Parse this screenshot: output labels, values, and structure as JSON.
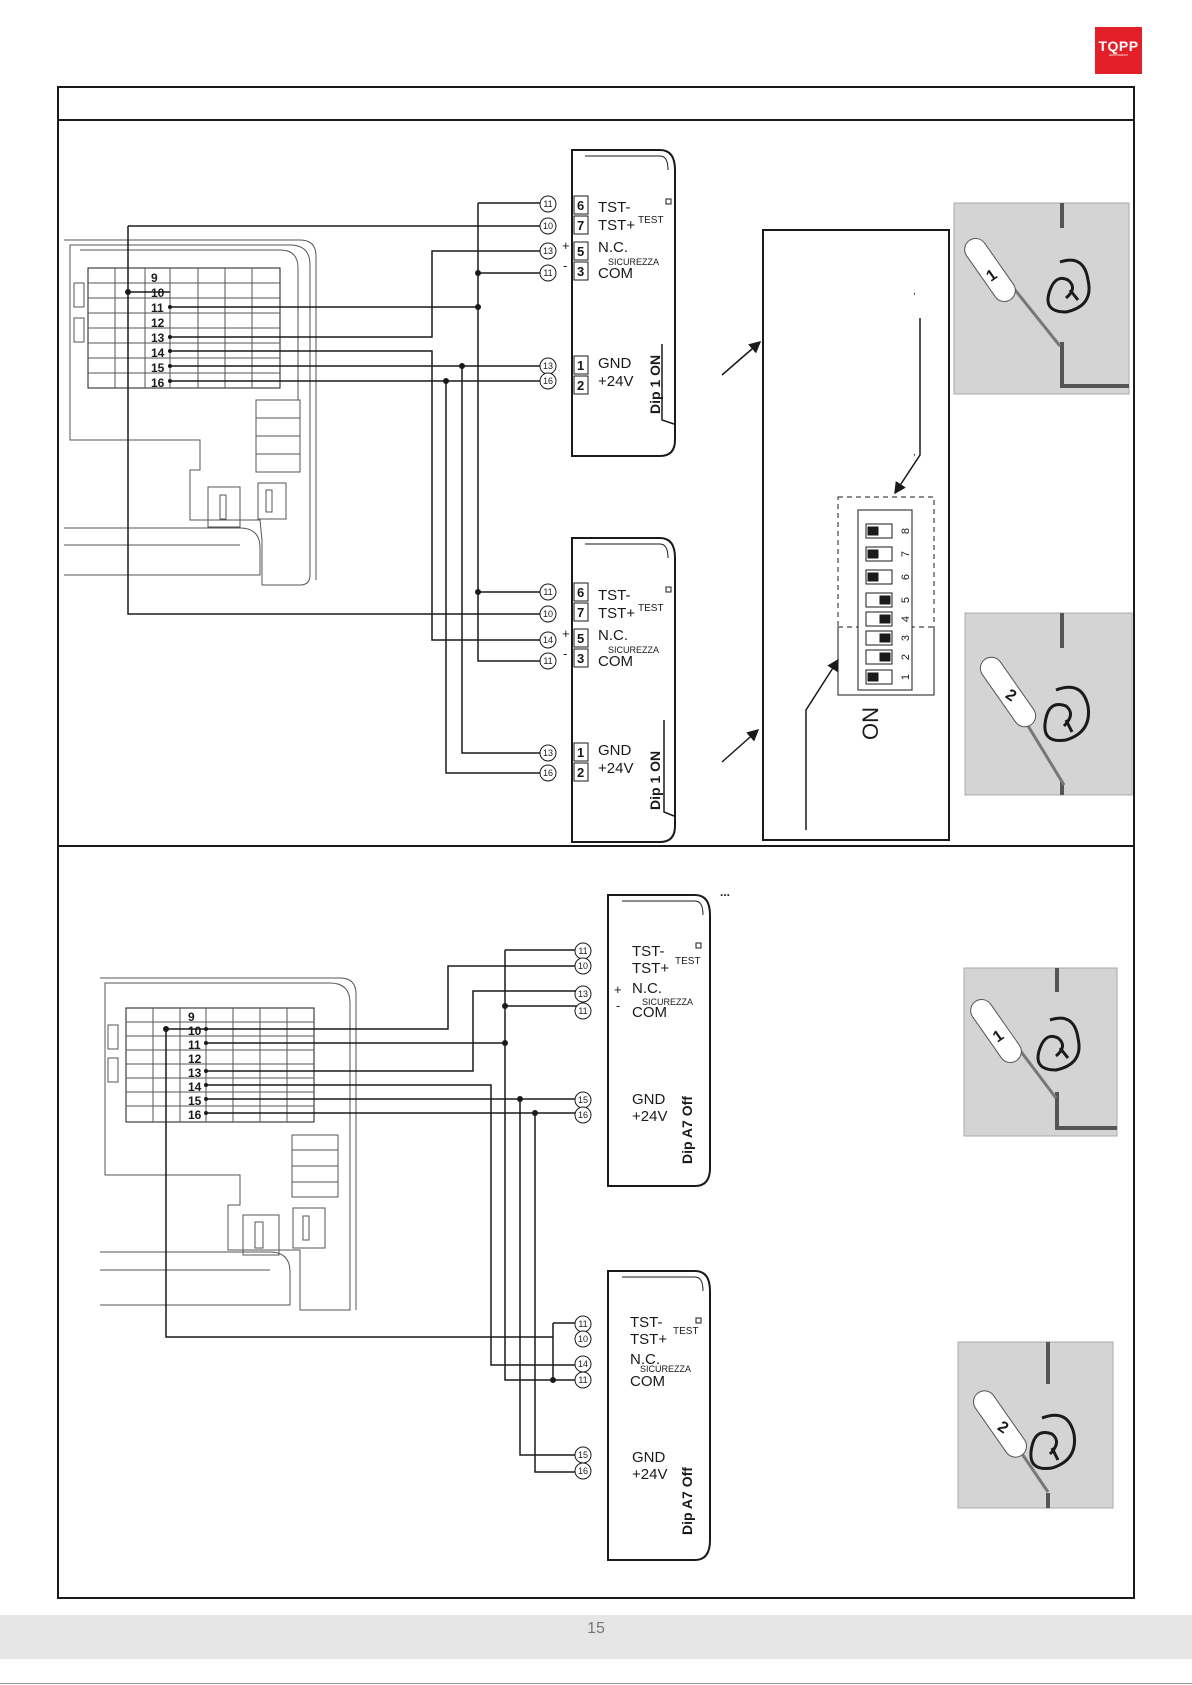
{
  "header": {
    "logo_text": "TQPP",
    "logo_subtext": "automazioni"
  },
  "footer": {
    "page_number": "15"
  },
  "panel_top": {
    "board_terminals": [
      "9",
      "10",
      "11",
      "12",
      "13",
      "14",
      "15",
      "16"
    ],
    "sensor_1": {
      "terminals": [
        {
          "num": "6",
          "wire": "11",
          "label": "TST-"
        },
        {
          "num": "7",
          "wire": "10",
          "label": "TST+"
        },
        {
          "num": "5",
          "wire": "13",
          "label": "N.C.",
          "polarity": "+"
        },
        {
          "num": "3",
          "wire": "11",
          "label": "COM",
          "polarity": "-"
        },
        {
          "num": "1",
          "wire": "13",
          "label": "GND"
        },
        {
          "num": "2",
          "wire": "16",
          "label": "+24V"
        }
      ],
      "test_label": "TEST",
      "safety_label": "SICUREZZA",
      "dip_label": "Dip 1 ON"
    },
    "sensor_2": {
      "terminals": [
        {
          "num": "6",
          "wire": "11",
          "label": "TST-"
        },
        {
          "num": "7",
          "wire": "10",
          "label": "TST+"
        },
        {
          "num": "5",
          "wire": "14",
          "label": "N.C.",
          "polarity": "+"
        },
        {
          "num": "3",
          "wire": "11",
          "label": "COM",
          "polarity": "-"
        },
        {
          "num": "1",
          "wire": "13",
          "label": "GND"
        },
        {
          "num": "2",
          "wire": "16",
          "label": "+24V"
        }
      ],
      "test_label": "TEST",
      "safety_label": "SICUREZZA",
      "dip_label": "Dip 1 ON"
    },
    "dip_switch": {
      "on_label": "ON",
      "numbers": [
        "8",
        "7",
        "6",
        "5",
        "4",
        "3",
        "2",
        "1"
      ]
    },
    "leaf_1_label": "1",
    "leaf_2_label": "2"
  },
  "panel_bottom": {
    "board_terminals": [
      "9",
      "10",
      "11",
      "12",
      "13",
      "14",
      "15",
      "16"
    ],
    "ellipsis": "...",
    "sensor_1": {
      "wires": [
        "11",
        "10",
        "13",
        "11",
        "15",
        "16"
      ],
      "labels": [
        "TST-",
        "TST+",
        "N.C.",
        "COM",
        "GND",
        "+24V"
      ],
      "test_label": "TEST",
      "safety_label": "SICUREZZA",
      "dip_label": "Dip A7 Off",
      "plus": "+",
      "minus": "-"
    },
    "sensor_2": {
      "wires": [
        "11",
        "10",
        "14",
        "11",
        "15",
        "16"
      ],
      "labels": [
        "TST-",
        "TST+",
        "N.C.",
        "COM",
        "GND",
        "+24V"
      ],
      "test_label": "TEST",
      "safety_label": "SICUREZZA",
      "dip_label": "Dip A7 Off"
    },
    "leaf_1_label": "1",
    "leaf_2_label": "2"
  }
}
